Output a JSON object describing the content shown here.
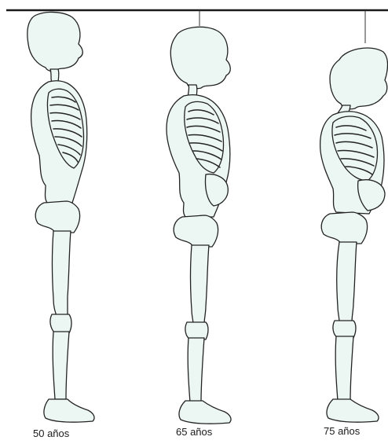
{
  "figure": {
    "labels": [
      "50 años",
      "65 años",
      "75 años"
    ]
  },
  "colors": {
    "bone_fill": "#ecf7f4",
    "outline": "#232323",
    "top_bar": "#1a1a1a"
  },
  "icons": [
    "skeleton-50-icon",
    "skeleton-65-icon",
    "skeleton-75-icon"
  ]
}
